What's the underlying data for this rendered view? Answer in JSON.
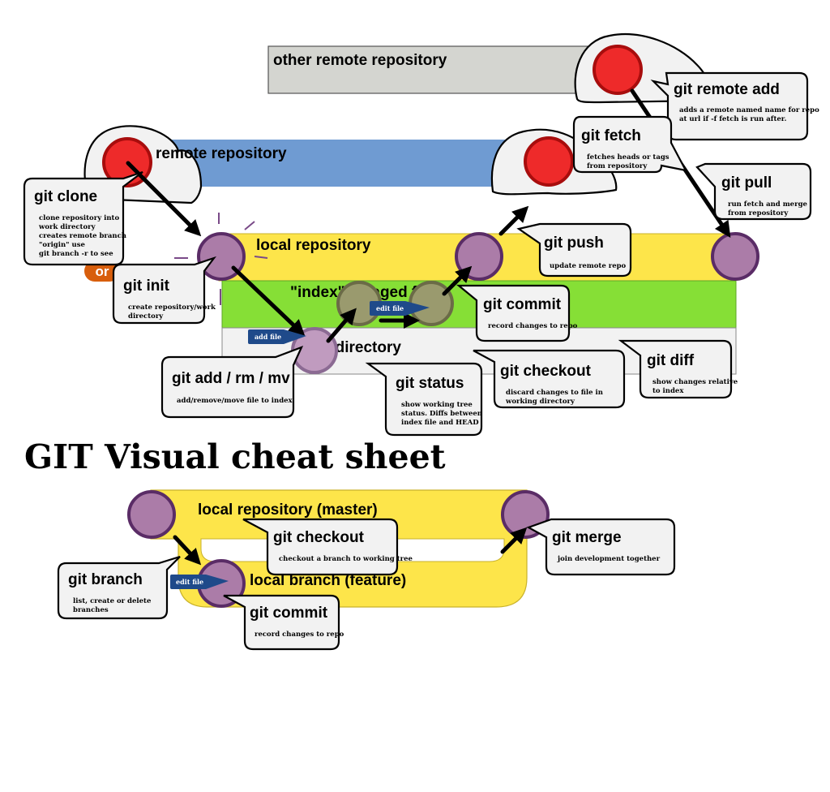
{
  "title": "GIT Visual cheat sheet",
  "zones": {
    "other_remote": "other remote repository",
    "remote": "remote repository",
    "local": "local repository",
    "index": "\"index\" / staged files",
    "work": "work directory",
    "local_master": "local repository (master)",
    "local_feature": "local branch (feature)"
  },
  "tags": {
    "add_file": "add file",
    "edit_file_top": "edit file",
    "edit_file_bottom": "edit file",
    "or": "or"
  },
  "commands": {
    "git_remote_add": {
      "title": "git remote add",
      "lines": [
        "adds a remote named name for repo",
        "at url if -f fetch is run after."
      ]
    },
    "git_fetch": {
      "title": "git fetch",
      "lines": [
        "fetches heads or tags",
        "from repository"
      ]
    },
    "git_pull": {
      "title": "git pull",
      "lines": [
        "run fetch and merge",
        "from repository"
      ]
    },
    "git_clone": {
      "title": "git clone",
      "lines": [
        "clone repository into",
        "work directory",
        "creates remote branch",
        "\"origin\" use",
        "git branch -r to see"
      ]
    },
    "git_init": {
      "title": "git init",
      "lines": [
        "create repository/work",
        "directory"
      ]
    },
    "git_push": {
      "title": "git push",
      "lines": [
        "update remote repo"
      ]
    },
    "git_commit_top": {
      "title": "git commit",
      "lines": [
        "record changes to repo"
      ]
    },
    "git_add": {
      "title": "git add / rm / mv",
      "lines": [
        "add/remove/move file to index"
      ]
    },
    "git_status": {
      "title": "git status",
      "lines": [
        "show working tree",
        "status.  Diffs between",
        "index file and HEAD"
      ]
    },
    "git_checkout_top": {
      "title": "git checkout",
      "lines": [
        "discard changes to file in",
        "working directory"
      ]
    },
    "git_diff": {
      "title": "git diff",
      "lines": [
        "show changes relative",
        "to index"
      ]
    },
    "git_checkout_bottom": {
      "title": "git checkout",
      "lines": [
        "checkout a branch to working tree"
      ]
    },
    "git_merge": {
      "title": "git merge",
      "lines": [
        "join development together"
      ]
    },
    "git_branch": {
      "title": "git branch",
      "lines": [
        "list, create or delete",
        "branches"
      ]
    },
    "git_commit_bottom": {
      "title": "git commit",
      "lines": [
        "record changes to repo"
      ]
    }
  },
  "colors": {
    "remote_band": "#6f9bd2",
    "other_remote_band": "#d4d5d0",
    "local_band": "#fde54a",
    "index_band": "#86df36",
    "work_band": "#f2f2f2",
    "node": "#ab7ca8",
    "remote_dot": "#ee2a2a",
    "tag": "#1f4a8a",
    "or_badge": "#d85e0c"
  }
}
